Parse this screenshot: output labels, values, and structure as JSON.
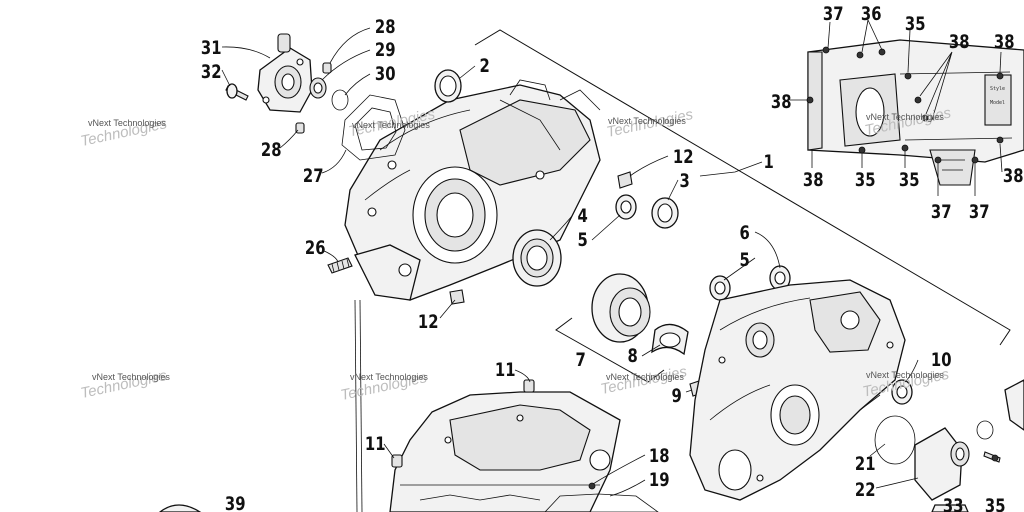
{
  "watermark": {
    "primary": "vNext Technologies",
    "shadow": "Technologies"
  },
  "callouts": {
    "c1": "1",
    "c2": "2",
    "c3": "3",
    "c4": "4",
    "c5a": "5",
    "c5b": "5",
    "c6": "6",
    "c7": "7",
    "c8": "8",
    "c9": "9",
    "c10": "10",
    "c11a": "11",
    "c11b": "11",
    "c12a": "12",
    "c12b": "12",
    "c18": "18",
    "c19": "19",
    "c21": "21",
    "c22": "22",
    "c26": "26",
    "c27": "27",
    "c28a": "28",
    "c28b": "28",
    "c29": "29",
    "c30": "30",
    "c31": "31",
    "c32": "32",
    "c33": "33",
    "c35a": "35",
    "c35b": "35",
    "c35c": "35",
    "c35d": "35",
    "c36": "36",
    "c37a": "37",
    "c37b": "37",
    "c37c": "37",
    "c38a": "38",
    "c38b": "38",
    "c38c": "38",
    "c38d": "38",
    "c38e": "38",
    "c39": "39"
  },
  "plate_text": {
    "line1": "Style",
    "line2": "Model"
  },
  "colors": {
    "line": "#111111",
    "background": "#ffffff",
    "watermark": "#555555"
  }
}
